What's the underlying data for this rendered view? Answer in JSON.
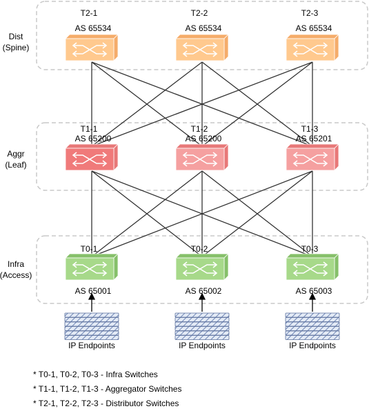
{
  "tiers": {
    "dist": {
      "label_line1": "Dist",
      "label_line2": "(Spine)",
      "switches": [
        {
          "name": "T2-1",
          "as": "AS 65534"
        },
        {
          "name": "T2-2",
          "as": "AS 65534"
        },
        {
          "name": "T2-3",
          "as": "AS 65534"
        }
      ]
    },
    "aggr": {
      "label_line1": "Aggr",
      "label_line2": "(Leaf)",
      "switches": [
        {
          "name": "T1-1",
          "as": "AS 65200"
        },
        {
          "name": "T1-2",
          "as": "AS 65200"
        },
        {
          "name": "T1-3",
          "as": "AS 65201"
        }
      ]
    },
    "infra": {
      "label_line1": "Infra",
      "label_line2": "(Access)",
      "switches": [
        {
          "name": "T0-1",
          "as": "AS 65001"
        },
        {
          "name": "T0-2",
          "as": "AS 65002"
        },
        {
          "name": "T0-3",
          "as": "AS 65003"
        }
      ]
    }
  },
  "endpoints": [
    "IP Endpoints",
    "IP Endpoints",
    "IP Endpoints"
  ],
  "notes": [
    "* T0-1, T0-2, T0-3  - Infra Switches",
    "* T1-1, T1-2, T1-3 - Aggregator Switches",
    "* T2-1, T2-2, T2-3 - Distributor Switches"
  ],
  "colors": {
    "dist_front": "#ffc98e",
    "dist_side": "#f5ac6a",
    "aggr_front": "#f5a0a0",
    "aggr_side": "#e87878",
    "aggr_first_front": "#f07a7a",
    "infra_front": "#a7d98a",
    "infra_side": "#86c06a",
    "box_border": "#c8c8c8",
    "link": "#333333"
  }
}
